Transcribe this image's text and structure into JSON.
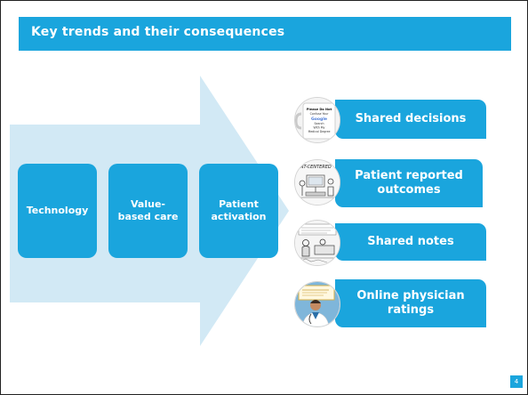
{
  "slide": {
    "title": "Key trends and their consequences",
    "page_number": "4",
    "accent_color": "#1aa5dd",
    "arrow_color": "#d2e9f5"
  },
  "trends": [
    {
      "label": "Technology"
    },
    {
      "label": "Value-\nbased care"
    },
    {
      "label": "Patient\nactivation"
    }
  ],
  "consequences": [
    {
      "label": "Shared decisions",
      "thumbnail_icon": "mug-icon",
      "thumbnail_text": [
        "Please Do Not",
        "Confuse Your",
        "Google",
        "Search",
        "With My",
        "Medical Degree"
      ]
    },
    {
      "label": "Patient reported\noutcomes",
      "thumbnail_icon": "cartoon-icon",
      "thumbnail_text": [
        "...NT-CENTERED"
      ]
    },
    {
      "label": "Shared notes",
      "thumbnail_icon": "cartoon-icon",
      "thumbnail_text": []
    },
    {
      "label": "Online physician\nratings",
      "thumbnail_icon": "doctor-icon",
      "thumbnail_text": []
    }
  ]
}
